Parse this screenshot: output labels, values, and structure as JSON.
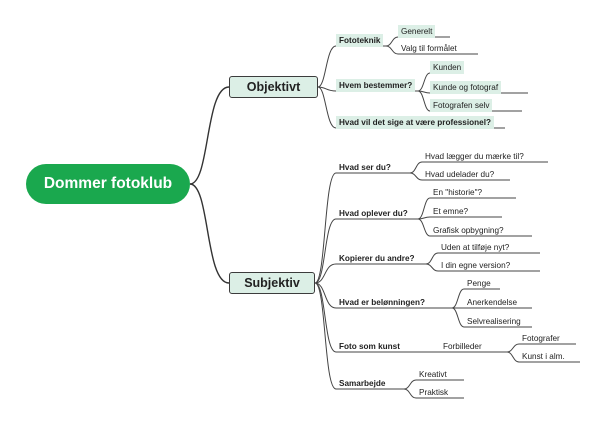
{
  "root": "Dommer fotoklub",
  "objektivt": {
    "label": "Objektivt",
    "fototeknik": {
      "label": "Fototeknik",
      "children": [
        "Generelt",
        "Valg til formålet"
      ]
    },
    "hvem": {
      "label": "Hvem bestemmer?",
      "children": [
        "Kunden",
        "Kunde og fotograf",
        "Fotografen selv"
      ]
    },
    "professionel": "Hvad vil det sige at være professionel?"
  },
  "subjektiv": {
    "label": "Subjektiv",
    "ser": {
      "label": "Hvad ser du?",
      "children": [
        "Hvad lægger du mærke til?",
        "Hvad udelader du?"
      ]
    },
    "oplever": {
      "label": "Hvad oplever du?",
      "children": [
        "En \"historie\"?",
        "Et emne?",
        "Grafisk opbygning?"
      ]
    },
    "kopierer": {
      "label": "Kopierer du andre?",
      "children": [
        "Uden at tilføje nyt?",
        "I din egne version?"
      ]
    },
    "beloenning": {
      "label": "Hvad er belønningen?",
      "children": [
        "Penge",
        "Anerkendelse",
        "Selvrealisering"
      ]
    },
    "kunst": {
      "label": "Foto som kunst",
      "forbilleder": "Forbilleder",
      "children": [
        "Fotografer",
        "Kunst i alm."
      ]
    },
    "samarbejde": {
      "label": "Samarbejde",
      "children": [
        "Kreativt",
        "Praktisk"
      ]
    }
  }
}
